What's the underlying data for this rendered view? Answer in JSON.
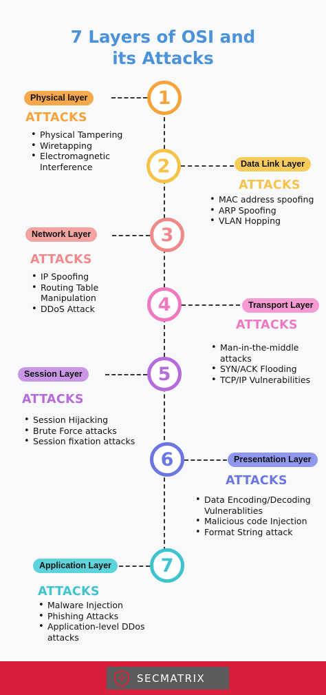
{
  "title": {
    "line1": "7 Layers of OSI and",
    "line2": "its Attacks"
  },
  "attacks_heading": "ATTACKS",
  "layers": [
    {
      "number": "1",
      "name": "Physical layer",
      "color": "#f5a33a",
      "pill_bg": "#f6a84a",
      "attacks": [
        "Physical Tampering",
        "Wiretapping",
        "Electromagnetic Interference"
      ]
    },
    {
      "number": "2",
      "name": "Data Link Layer",
      "color": "#f7c24a",
      "pill_bg": "#f8cc5a",
      "attacks": [
        "MAC address spoofing",
        "ARP Spoofing",
        "VLAN Hopping"
      ]
    },
    {
      "number": "3",
      "name": "Network Layer",
      "color": "#f08a8a",
      "pill_bg": "#f4a3a3",
      "attacks": [
        "IP Spoofing",
        "Routing Table Manipulation",
        "DDoS Attack"
      ]
    },
    {
      "number": "4",
      "name": "Transport Layer",
      "color": "#ef78c0",
      "pill_bg": "#f59ad2",
      "attacks": [
        "Man-in-the-middle attacks",
        "SYN/ACK Flooding",
        "TCP/IP Vulnerabilities"
      ]
    },
    {
      "number": "5",
      "name": "Session Layer",
      "color": "#b56bd9",
      "pill_bg": "#c997e6",
      "attacks": [
        "Session Hijacking",
        "Brute Force attacks",
        "Session fixation attacks"
      ]
    },
    {
      "number": "6",
      "name": "Presentation Layer",
      "color": "#6b76e0",
      "pill_bg": "#8f98ee",
      "attacks": [
        "Data  Encoding/Decoding Vulnerablities",
        "Malicious code Injection",
        "Format String attack"
      ]
    },
    {
      "number": "7",
      "name": "Application Layer",
      "color": "#3fc4cf",
      "pill_bg": "#5dd3dc",
      "attacks": [
        "Malware Injection",
        "Phishing Attacks",
        "Application-level DDos attacks"
      ]
    }
  ],
  "footer": {
    "brand": "SECMATRIX",
    "bg_color": "#d81e3a",
    "logo_icon": "shield-icon"
  }
}
